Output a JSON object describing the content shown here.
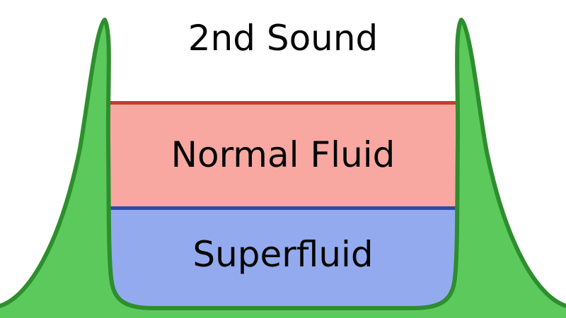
{
  "diagram": {
    "background": "#ffffff",
    "text_color": "#060606",
    "title": {
      "text": "2nd Sound"
    },
    "container_wall": {
      "fill": "#5cc95c",
      "outline": "#2e8e2e"
    },
    "layers": [
      {
        "label": "Normal Fluid",
        "fill": "#f8a8a0",
        "top_border": "#c53c2c"
      },
      {
        "label": "Superfluid",
        "fill": "#93aaee",
        "top_border": "#2b4ca4"
      }
    ]
  }
}
